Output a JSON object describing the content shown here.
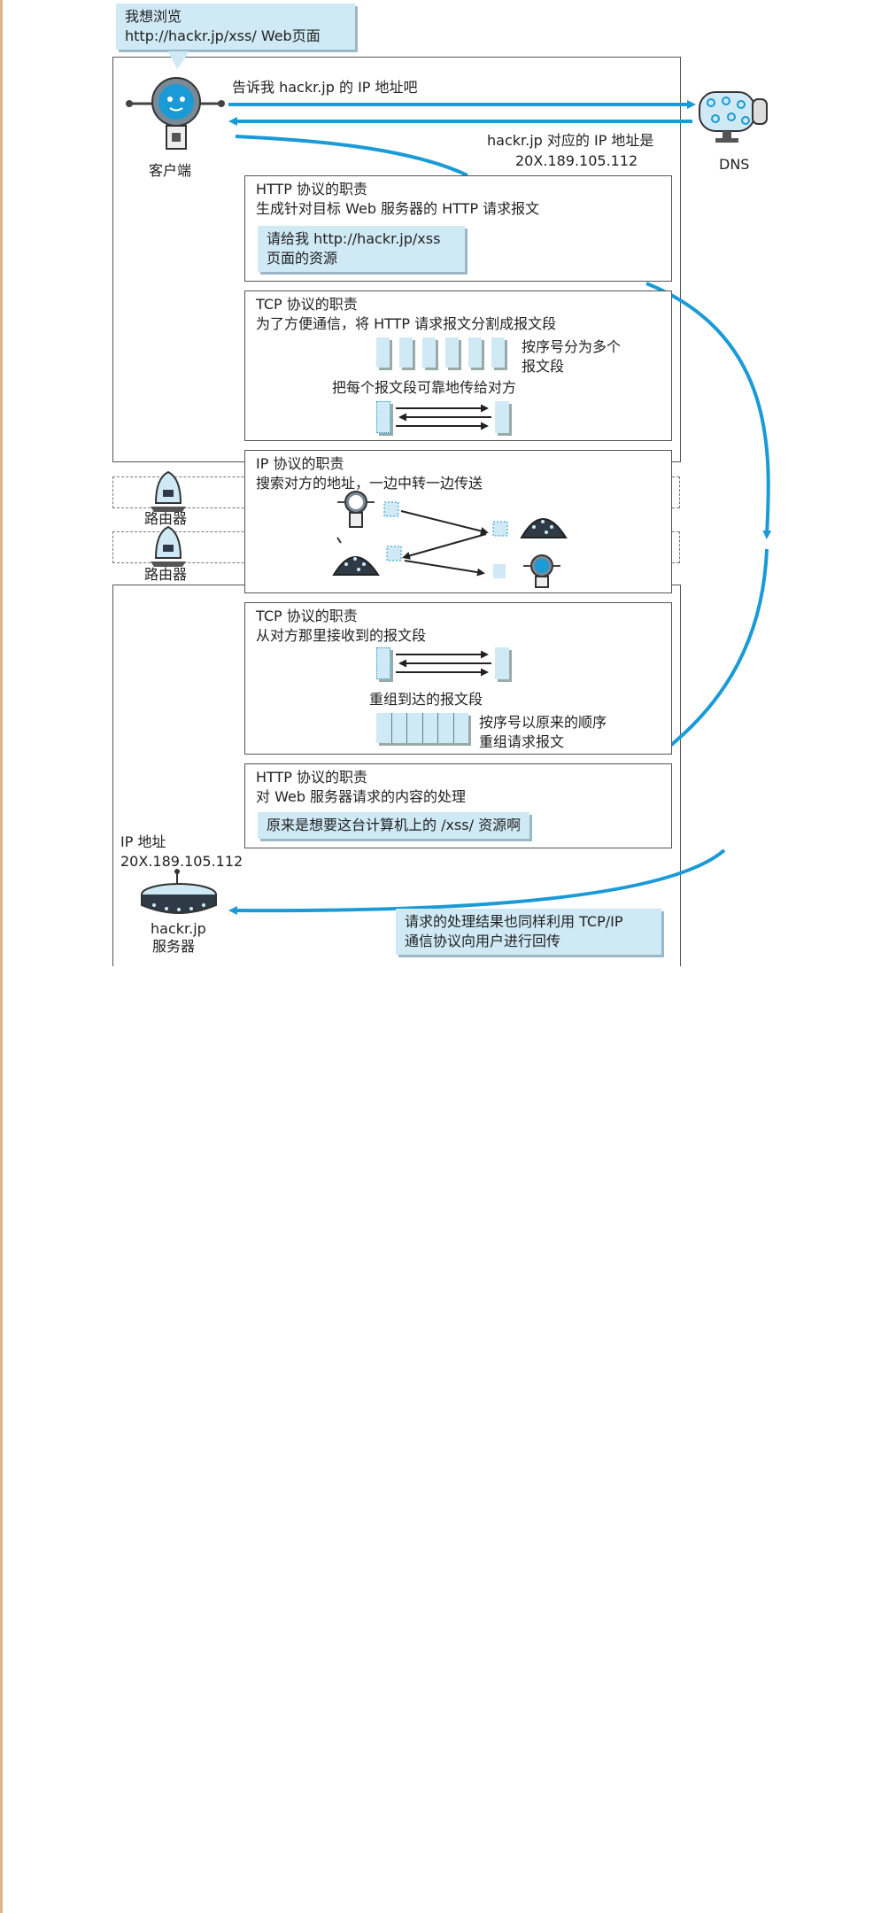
{
  "client": {
    "bubble_line1": "我想浏览",
    "bubble_line2": "http://hackr.jp/xss/ Web页面",
    "label": "客户端"
  },
  "dns": {
    "label": "DNS",
    "request": "告诉我 hackr.jp 的 IP 地址吧",
    "reply_line1": "hackr.jp 对应的 IP 地址是",
    "reply_line2": "20X.189.105.112"
  },
  "http_send": {
    "title": "HTTP 协议的职责",
    "desc": "生成针对目标 Web 服务器的 HTTP 请求报文",
    "note_line1": "请给我 http://hackr.jp/xss",
    "note_line2": "页面的资源"
  },
  "tcp_send": {
    "title": "TCP 协议的职责",
    "desc": "为了方便通信，将 HTTP 请求报文分割成报文段",
    "note1_line1": "按序号分为多个",
    "note1_line2": "报文段",
    "note2": "把每个报文段可靠地传给对方"
  },
  "ip": {
    "title": "IP 协议的职责",
    "desc": "搜索对方的地址，一边中转一边传送"
  },
  "routers": {
    "label1": "路由器",
    "label2": "路由器"
  },
  "tcp_recv": {
    "title": "TCP 协议的职责",
    "desc": "从对方那里接收到的报文段",
    "note1": "重组到达的报文段",
    "note2_line1": "按序号以原来的顺序",
    "note2_line2": "重组请求报文"
  },
  "http_recv": {
    "title": "HTTP 协议的职责",
    "desc": "对 Web 服务器请求的内容的处理",
    "note": "原来是想要这台计算机上的 /xss/ 资源啊"
  },
  "server": {
    "ip_line1": "IP 地址",
    "ip_line2": "20X.189.105.112",
    "name_line1": "hackr.jp",
    "name_line2": "服务器"
  },
  "response": {
    "line1": "请求的处理结果也同样利用 TCP/IP",
    "line2": "通信协议向用户进行回传"
  },
  "colors": {
    "arrow": "#1a9ad6",
    "bubble": "#cfe9f5"
  }
}
